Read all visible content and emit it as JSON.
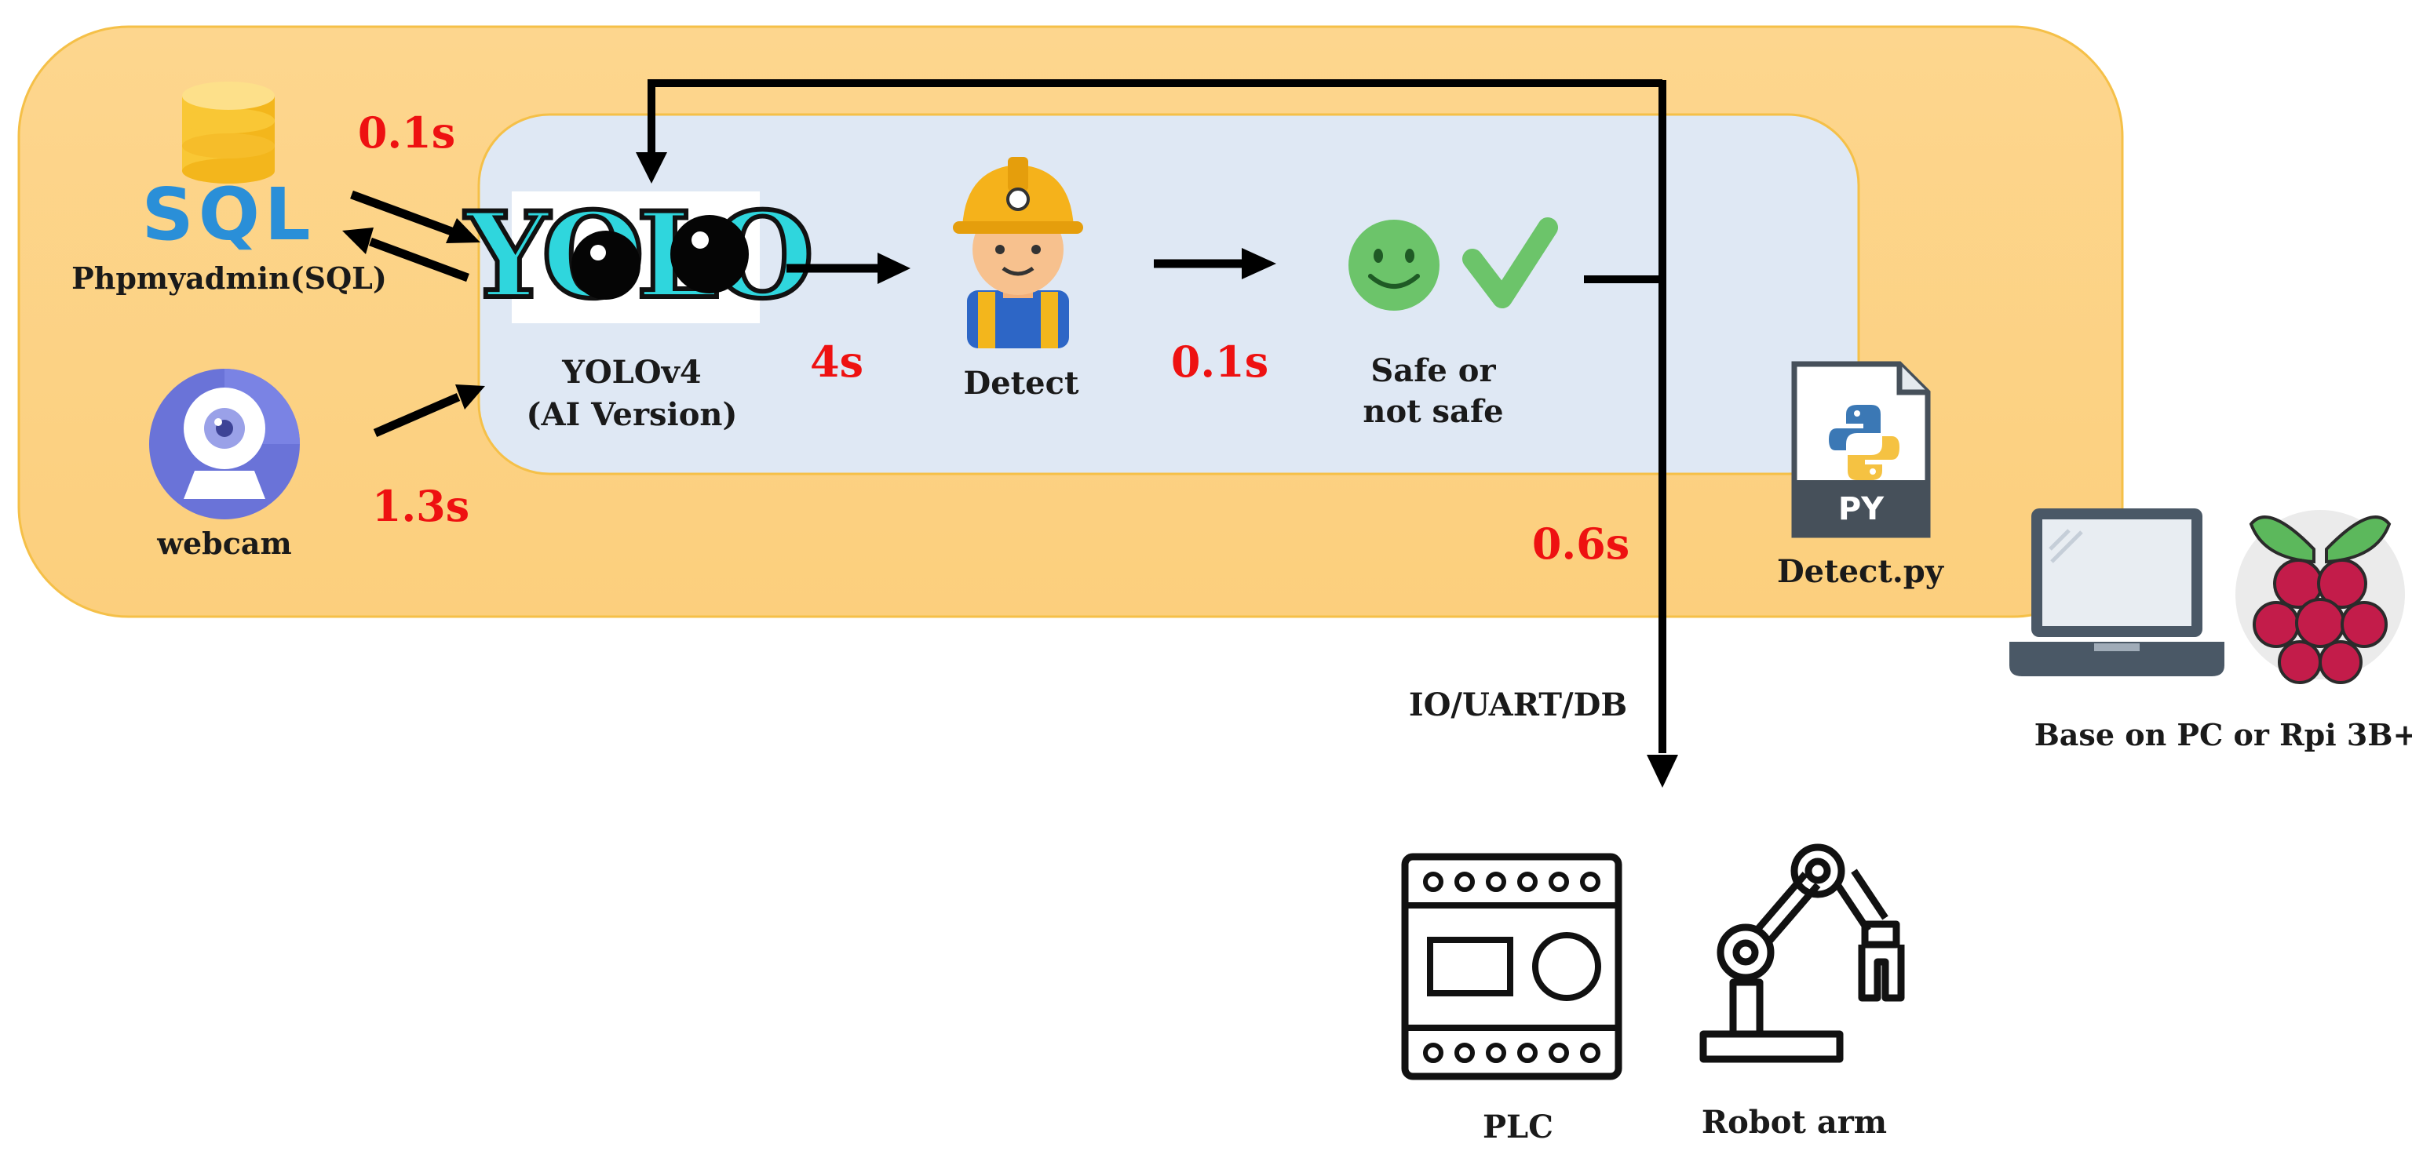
{
  "labels": {
    "sql": "Phpmyadmin(SQL)",
    "webcam": "webcam",
    "yolo_line1": "YOLOv4",
    "yolo_line2": "(AI Version)",
    "detect": "Detect",
    "safe_line1": "Safe or",
    "safe_line2": "not safe",
    "detect_py": "Detect.py",
    "io": "IO/UART/DB",
    "plc": "PLC",
    "robot": "Robot arm",
    "base": "Base on PC or Rpi 3B+"
  },
  "timings": {
    "sql": "0.1s",
    "webcam": "1.3s",
    "yolo_to_detect": "4s",
    "detect_to_safe": "0.1s",
    "feedback": "0.6s"
  },
  "icons": {
    "sql_text": "SQL",
    "yolo_logo": "YOLO",
    "py_text": "PY"
  },
  "colors": {
    "outer_panel": "#fdd68e",
    "inner_panel": "#dfe8f4",
    "timing_text": "#ee1111",
    "arrow": "#000000"
  }
}
